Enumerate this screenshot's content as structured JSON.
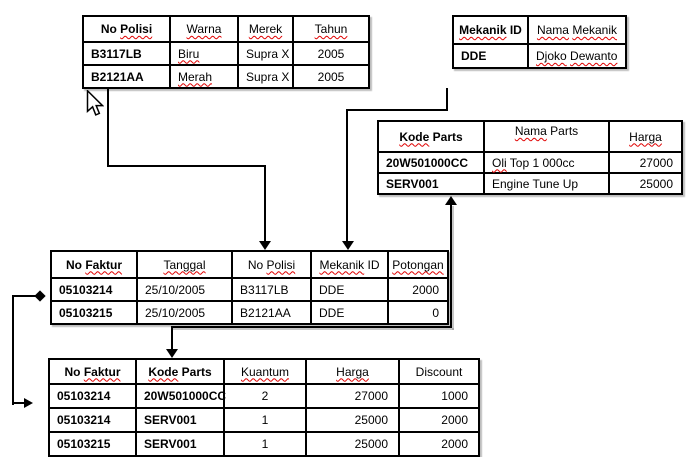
{
  "colors": {
    "background": "#ffffff",
    "table_border": "#000000",
    "text": "#000000",
    "connector": "#000000",
    "spellcheck_underline": "#e00000"
  },
  "spellcheck": {
    "misspelled_words": [
      "Polisi",
      "Warna",
      "Merek",
      "Tahun",
      "Biru",
      "Merah",
      "Mekanik",
      "Nama",
      "Djoko",
      "Dewanto",
      "Kode",
      "Harga",
      "Oli",
      "Faktur",
      "Tanggal",
      "Potongan",
      "Kuantum"
    ]
  },
  "tables": {
    "vehicles": {
      "headers": [
        "No Polisi",
        "Warna",
        "Merek",
        "Tahun"
      ],
      "rows": [
        [
          "B3117LB",
          "Biru",
          "Supra X",
          "2005"
        ],
        [
          "B2121AA",
          "Merah",
          "Supra X",
          "2005"
        ]
      ]
    },
    "mechanics": {
      "headers": [
        "Mekanik ID",
        "Nama Mekanik"
      ],
      "rows": [
        [
          "DDE",
          "Djoko Dewanto"
        ]
      ]
    },
    "parts": {
      "headers": [
        "Kode Parts",
        "Nama Parts",
        "Harga"
      ],
      "rows": [
        [
          "20W501000CC",
          "Oli Top 1 000cc",
          "27000"
        ],
        [
          "SERV001",
          "Engine Tune Up",
          "25000"
        ]
      ]
    },
    "invoices": {
      "headers": [
        "No Faktur",
        "Tanggal",
        "No Polisi",
        "Mekanik ID",
        "Potongan"
      ],
      "rows": [
        [
          "05103214",
          "25/10/2005",
          "B3117LB",
          "DDE",
          "2000"
        ],
        [
          "05103215",
          "25/10/2005",
          "B2121AA",
          "DDE",
          "0"
        ]
      ]
    },
    "invoice_items": {
      "headers": [
        "No Faktur",
        "Kode Parts",
        "Kuantum",
        "Harga",
        "Discount"
      ],
      "rows": [
        [
          "05103214",
          "20W501000CC",
          "2",
          "27000",
          "1000"
        ],
        [
          "05103214",
          "SERV001",
          "1",
          "25000",
          "2000"
        ],
        [
          "05103215",
          "SERV001",
          "1",
          "25000",
          "2000"
        ]
      ]
    }
  },
  "relationships": [
    {
      "from": "vehicles.No Polisi",
      "to": "invoices.No Polisi",
      "ends": "arrow"
    },
    {
      "from": "mechanics.Mekanik ID",
      "to": "invoices.Mekanik ID",
      "ends": "arrow"
    },
    {
      "from": "parts.Kode Parts",
      "to": "invoice_items.Kode Parts",
      "ends": "arrow-both"
    },
    {
      "from": "invoices.No Faktur",
      "to": "invoice_items.No Faktur",
      "ends": "diamond-and-arrow"
    }
  ],
  "cursor": {
    "icon": "mouse-pointer-icon"
  }
}
